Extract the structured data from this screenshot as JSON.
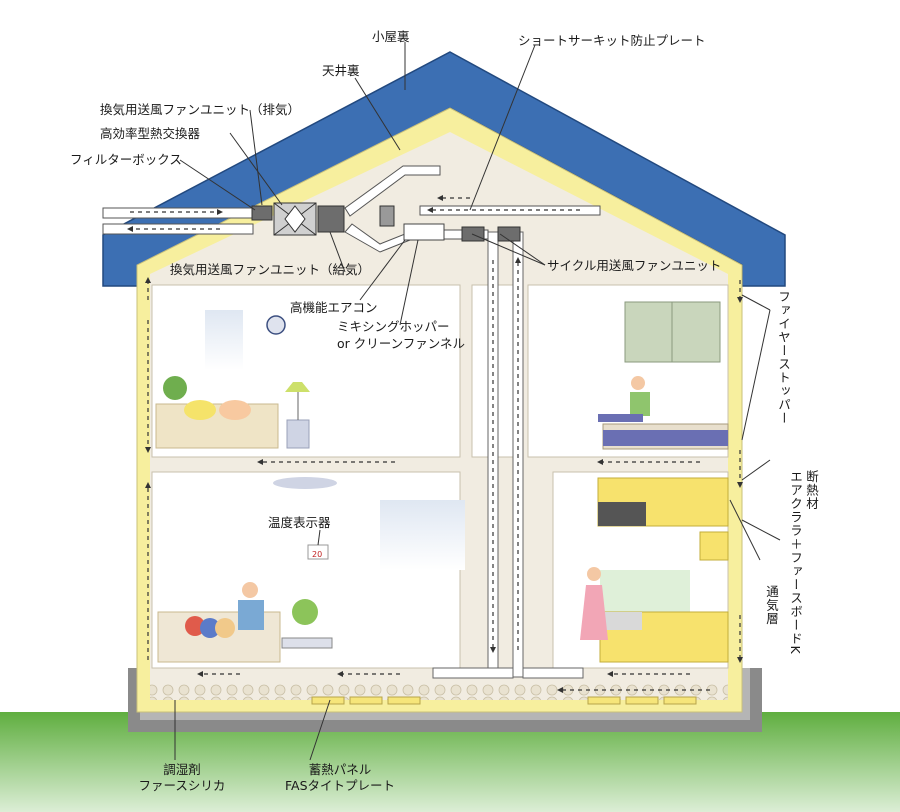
{
  "labels": {
    "attic": "小屋裏",
    "ceiling_space": "天井裏",
    "exhaust_fan_unit": "換気用送風ファンユニット（排気）",
    "heat_exchanger": "高効率型熱交換器",
    "filter_box": "フィルターボックス",
    "short_circuit_plate": "ショートサーキット防止プレート",
    "supply_fan_unit": "換気用送風ファンユニット（給気）",
    "cycle_fan_unit": "サイクル用送風ファンユニット",
    "air_conditioner": "高機能エアコン",
    "mixing_hopper": "ミキシングホッパー",
    "clean_funnel": "or クリーンファンネル",
    "fire_stopper": "ファイヤーストッパー",
    "insulation_line1": "断熱材",
    "insulation_line2": "エアクララ＋ファースボードK",
    "air_layer": "通気層",
    "thermo_display": "温度表示器",
    "thermo_value": "20",
    "humidity_agent_line1": "調湿剤",
    "humidity_agent_line2": "ファースシリカ",
    "heat_panel_line1": "蓄熱パネル",
    "heat_panel_line2": "FASタイトプレート"
  },
  "colors": {
    "roof": "#3c6fb3",
    "insulation": "#f7ef9e",
    "interior": "#f1ece1",
    "room": "#ffffff",
    "ground_top": "#5fae3f",
    "ground_bottom": "#d8ecd0",
    "foundation": "#8a8a8a"
  }
}
